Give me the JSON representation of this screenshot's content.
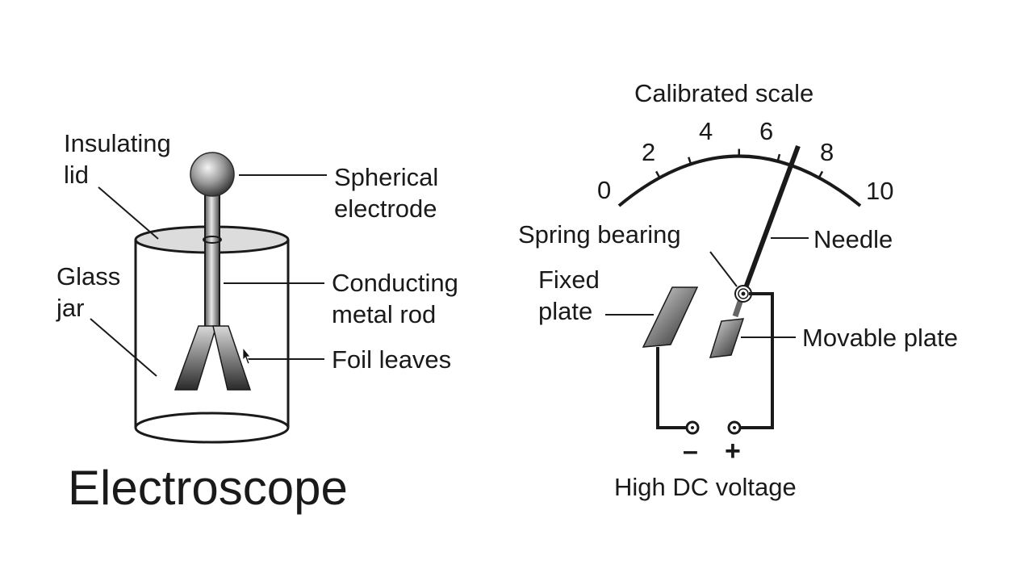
{
  "electroscope": {
    "title": "Electroscope",
    "labels": {
      "insulating_lid": [
        "Insulating",
        "lid"
      ],
      "spherical_electrode": [
        "Spherical",
        "electrode"
      ],
      "glass_jar": [
        "Glass",
        "jar"
      ],
      "conducting_metal_rod": [
        "Conducting",
        "metal rod"
      ],
      "foil_leaves": "Foil leaves"
    }
  },
  "electrometer": {
    "scale_title": "Calibrated scale",
    "scale_ticks": [
      "0",
      "2",
      "4",
      "6",
      "8",
      "10"
    ],
    "needle_reading": 7,
    "labels": {
      "spring_bearing": "Spring bearing",
      "needle": "Needle",
      "fixed_plate": [
        "Fixed",
        "plate"
      ],
      "movable_plate": "Movable plate",
      "minus": "–",
      "plus": "+",
      "high_dc_voltage": "High DC voltage"
    }
  },
  "colors": {
    "ink": "#1a1a1a",
    "lid_fill": "#dcdcdc",
    "background": "#ffffff"
  }
}
